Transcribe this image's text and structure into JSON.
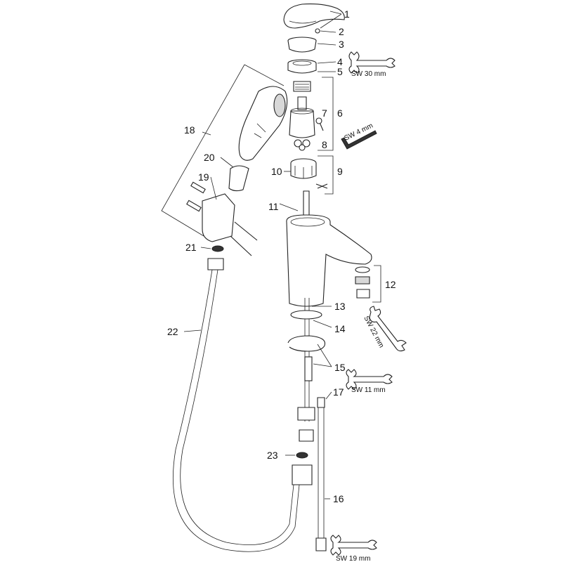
{
  "labels": {
    "p1": "1",
    "p2": "2",
    "p3": "3",
    "p4": "4",
    "p5": "5",
    "p6": "6",
    "p7": "7",
    "p8": "8",
    "p9": "9",
    "p10": "10",
    "p11": "11",
    "p12": "12",
    "p13": "13",
    "p14": "14",
    "p15": "15",
    "p16": "16",
    "p17": "17",
    "p18": "18",
    "p19": "19",
    "p20": "20",
    "p21": "21",
    "p22": "22",
    "p23": "23"
  },
  "tools": {
    "sw30": "SW 30 mm",
    "sw4": "SW 4 mm",
    "sw22": "SW 22 mm",
    "sw11": "SW 11 mm",
    "sw19": "SW 19 mm"
  }
}
